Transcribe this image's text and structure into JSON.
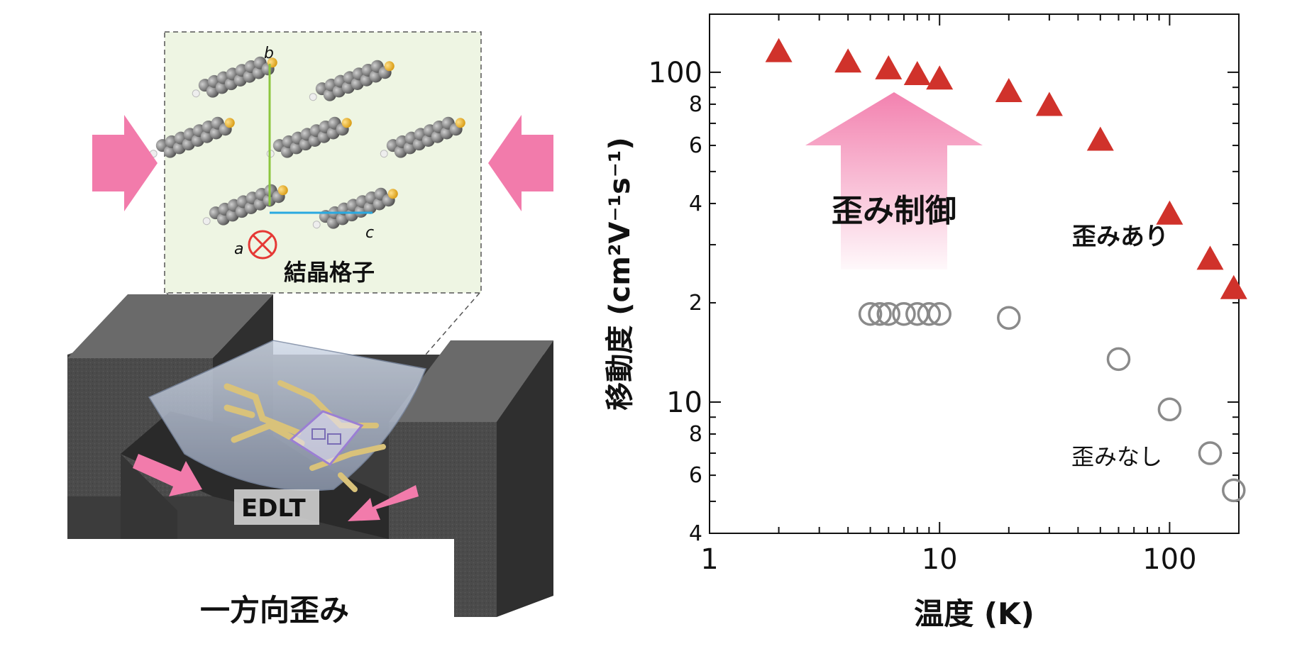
{
  "diagram": {
    "axis_label_a": "a",
    "axis_label_b": "b",
    "axis_label_c": "c",
    "crystal_label": "結晶格子",
    "device_label": "EDLT",
    "caption": "一方向歪み",
    "colors": {
      "arrow": "#f27bab",
      "inset_bg": "#eef5e3",
      "b_axis": "#8cc63f",
      "c_axis": "#29a9e0",
      "a_axis": "#e53935",
      "block": "#4a4a4a",
      "electrode": "#d9c27a",
      "device_frame": "#9b7fd4"
    }
  },
  "chart_data": {
    "type": "scatter",
    "xlabel": "温度 (K)",
    "ylabel": "移動度 (cm²V⁻¹s⁻¹)",
    "x_scale": "log",
    "y_scale": "log",
    "xlim": [
      1,
      200
    ],
    "ylim": [
      4,
      150
    ],
    "x_ticks": [
      {
        "value": 1,
        "label": "1"
      },
      {
        "value": 10,
        "label": "10"
      },
      {
        "value": 100,
        "label": "100"
      }
    ],
    "y_ticks": [
      {
        "value": 4,
        "label": "4"
      },
      {
        "value": 6,
        "label": "6"
      },
      {
        "value": 8,
        "label": "8"
      },
      {
        "value": 10,
        "label": "10"
      },
      {
        "value": 20,
        "label": "2"
      },
      {
        "value": 40,
        "label": "4"
      },
      {
        "value": 60,
        "label": "6"
      },
      {
        "value": 80,
        "label": "8"
      },
      {
        "value": 100,
        "label": "100"
      }
    ],
    "grid": false,
    "series": [
      {
        "name": "歪みあり",
        "marker": "triangle",
        "color": "#d0322b",
        "points": [
          {
            "x": 2,
            "y": 115
          },
          {
            "x": 4,
            "y": 107
          },
          {
            "x": 6,
            "y": 102
          },
          {
            "x": 8,
            "y": 98
          },
          {
            "x": 10,
            "y": 95
          },
          {
            "x": 20,
            "y": 87
          },
          {
            "x": 30,
            "y": 79
          },
          {
            "x": 50,
            "y": 62
          },
          {
            "x": 100,
            "y": 37
          },
          {
            "x": 150,
            "y": 27
          },
          {
            "x": 190,
            "y": 22
          }
        ]
      },
      {
        "name": "歪みなし",
        "marker": "circle-open",
        "color": "#8a8a8a",
        "points": [
          {
            "x": 5,
            "y": 18.5
          },
          {
            "x": 5.5,
            "y": 18.5
          },
          {
            "x": 6,
            "y": 18.5
          },
          {
            "x": 7,
            "y": 18.5
          },
          {
            "x": 8,
            "y": 18.5
          },
          {
            "x": 9,
            "y": 18.5
          },
          {
            "x": 10,
            "y": 18.5
          },
          {
            "x": 20,
            "y": 18
          },
          {
            "x": 60,
            "y": 13.5
          },
          {
            "x": 100,
            "y": 9.5
          },
          {
            "x": 150,
            "y": 7
          },
          {
            "x": 190,
            "y": 5.4
          }
        ]
      }
    ],
    "annotation": "歪み制御"
  }
}
